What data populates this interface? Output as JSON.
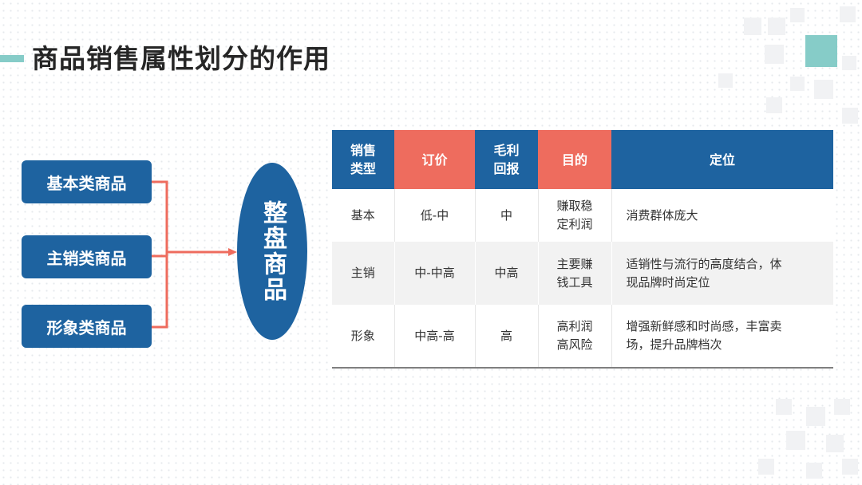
{
  "title": "商品销售属性划分的作用",
  "categories": [
    "基本类商品",
    "主销类商品",
    "形象类商品"
  ],
  "center_label": "整盘商品",
  "table": {
    "headers": [
      {
        "lines": [
          "销售",
          "类型"
        ]
      },
      {
        "lines": [
          "订价"
        ]
      },
      {
        "lines": [
          "毛利",
          "回报"
        ]
      },
      {
        "lines": [
          "目的"
        ]
      },
      {
        "lines": [
          "定位"
        ]
      }
    ],
    "rows": [
      {
        "type": "基本",
        "price": "低-中",
        "margin": "中",
        "purpose": [
          "赚取稳",
          "定利润"
        ],
        "position": [
          "消费群体庞大"
        ]
      },
      {
        "type": "主销",
        "price": "中-中高",
        "margin": "中高",
        "purpose": [
          "主要赚",
          "钱工具"
        ],
        "position": [
          "适销性与流行的高度结合，体",
          "现品牌时尚定位"
        ]
      },
      {
        "type": "形象",
        "price": "中高-高",
        "margin": "高",
        "purpose": [
          "高利润",
          "高风险"
        ],
        "position": [
          "增强新鲜感和时尚感，丰富卖",
          "场，提升品牌档次"
        ]
      }
    ]
  },
  "colors": {
    "primary_blue": "#1e63a0",
    "accent_red": "#ee6c5e",
    "accent_teal": "#86ccc8",
    "connector": "#ee6c5e"
  }
}
